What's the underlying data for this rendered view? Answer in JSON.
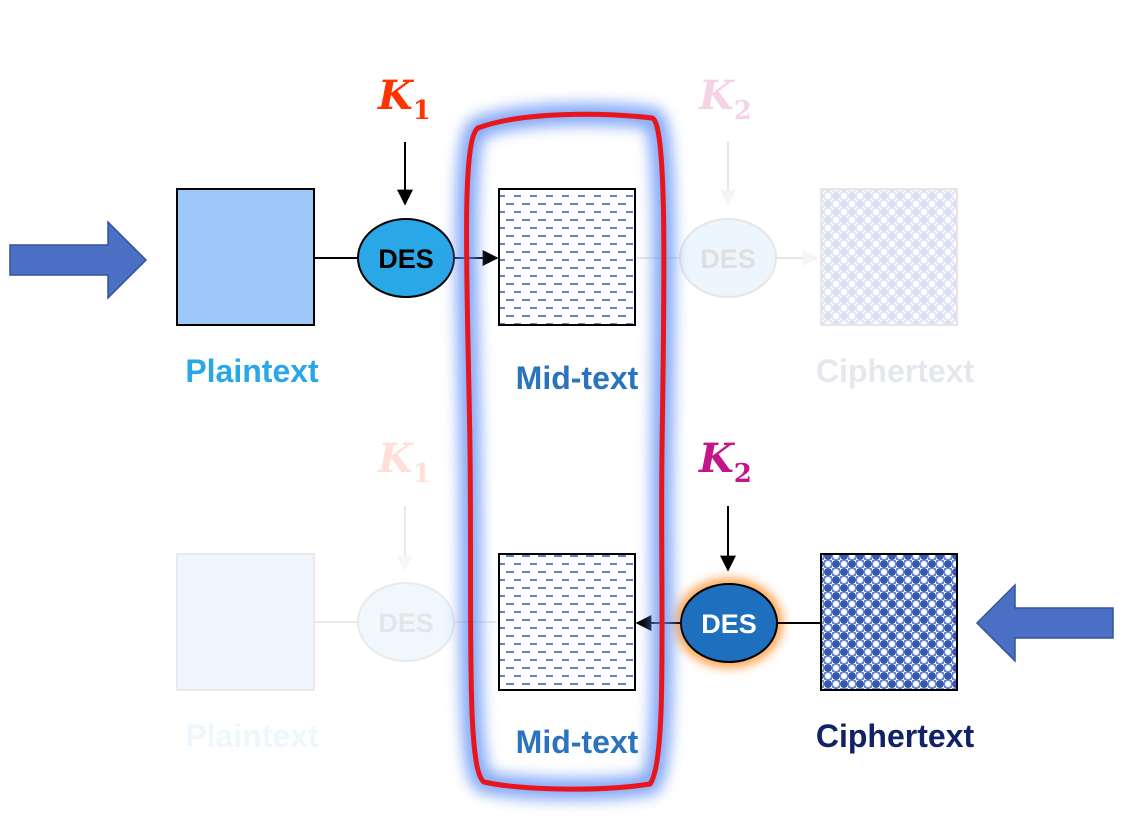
{
  "top_row": {
    "key": {
      "letter": "K",
      "index": "1"
    },
    "key_faded": {
      "letter": "K",
      "index": "2"
    },
    "cipher_label": "DES",
    "cipher_label_faded": "DES",
    "plaintext_label": "Plaintext",
    "midtext_label": "Mid-text",
    "ciphertext_label_faded": "Ciphertext"
  },
  "bottom_row": {
    "key_faded": {
      "letter": "K",
      "index": "1"
    },
    "key": {
      "letter": "K",
      "index": "2"
    },
    "cipher_label_faded": "DES",
    "cipher_label": "DES",
    "plaintext_label_faded": "Plaintext",
    "midtext_label": "Mid-text",
    "ciphertext_label": "Ciphertext"
  },
  "colors": {
    "plaintext_fill": "#9dc8f7",
    "des_top_fill": "#2aa7e6",
    "des_bottom_fill": "#1f6fbf",
    "k1": "#ff3300",
    "k2": "#c4148a",
    "midtext_text": "#2a74bd",
    "plaintext_text": "#2aa7e6",
    "ciphertext_text": "#112266",
    "highlight_stroke": "#e8151c",
    "highlight_glow": "#5b8cf5",
    "arrow_fill": "#4a6fc5"
  }
}
